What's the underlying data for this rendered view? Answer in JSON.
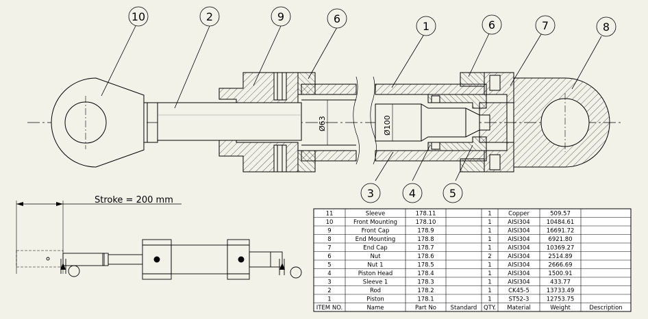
{
  "drawing": {
    "stroke_label": "Stroke = 200 mm",
    "dim_bore": "Ø100",
    "dim_rod": "Ø63",
    "balloons": [
      {
        "id": "balloon-10",
        "label": "10"
      },
      {
        "id": "balloon-2",
        "label": "2"
      },
      {
        "id": "balloon-9",
        "label": "9"
      },
      {
        "id": "balloon-6a",
        "label": "6"
      },
      {
        "id": "balloon-1",
        "label": "1"
      },
      {
        "id": "balloon-6b",
        "label": "6"
      },
      {
        "id": "balloon-7",
        "label": "7"
      },
      {
        "id": "balloon-8",
        "label": "8"
      },
      {
        "id": "balloon-3",
        "label": "3"
      },
      {
        "id": "balloon-4",
        "label": "4"
      },
      {
        "id": "balloon-5",
        "label": "5"
      }
    ]
  },
  "bom": {
    "headers": [
      "ITEM NO.",
      "Name",
      "Part No",
      "Standard",
      "QTY.",
      "Material",
      "Weight",
      "Description"
    ],
    "rows": [
      [
        "11",
        "Sleeve",
        "178.11",
        "",
        "1",
        "Copper",
        "509.57",
        ""
      ],
      [
        "10",
        "Front Mounting",
        "178.10",
        "",
        "1",
        "AISI304",
        "10484.61",
        ""
      ],
      [
        "9",
        "Front Cap",
        "178.9",
        "",
        "1",
        "AISI304",
        "16691.72",
        ""
      ],
      [
        "8",
        "End Mounting",
        "178.8",
        "",
        "1",
        "AISI304",
        "6921.80",
        ""
      ],
      [
        "7",
        "End Cap",
        "178.7",
        "",
        "1",
        "AISI304",
        "10369.27",
        ""
      ],
      [
        "6",
        "Nut",
        "178.6",
        "",
        "2",
        "AISI304",
        "2514.89",
        ""
      ],
      [
        "5",
        "Nut 1",
        "178.5",
        "",
        "1",
        "AISI304",
        "2666.69",
        ""
      ],
      [
        "4",
        "Piston Head",
        "178.4",
        "",
        "1",
        "AISI304",
        "1500.91",
        ""
      ],
      [
        "3",
        "Sleeve 1",
        "178.3",
        "",
        "1",
        "AISI304",
        "433.77",
        ""
      ],
      [
        "2",
        "Rod",
        "178.2",
        "",
        "1",
        "CK45-5",
        "13733.49",
        ""
      ],
      [
        "1",
        "Piston",
        "178.1",
        "",
        "1",
        "ST52-3",
        "12753.75",
        ""
      ]
    ]
  }
}
